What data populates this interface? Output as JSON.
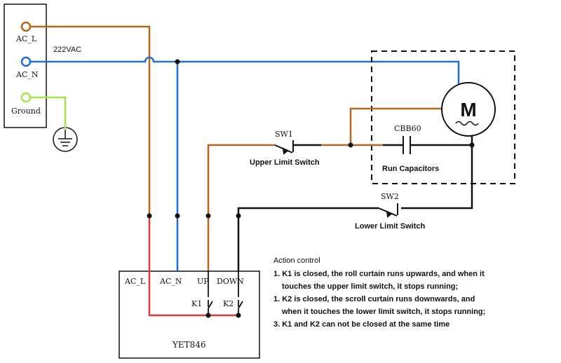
{
  "power_panel": {
    "ac_l": "AC_L",
    "ac_n": "AC_N",
    "ground": "Ground",
    "voltage": "222VAC"
  },
  "motor": {
    "symbol": "M"
  },
  "capacitor": {
    "part": "CBB60",
    "caption": "Run Capacitors"
  },
  "switch_upper": {
    "tag": "SW1",
    "caption": "Upper Limit Switch"
  },
  "switch_lower": {
    "tag": "SW2",
    "caption": "Lower Limit Switch"
  },
  "controller": {
    "name": "YET846",
    "terminal_ac_l": "AC_L",
    "terminal_ac_n": "AC_N",
    "terminal_up": "UP",
    "terminal_down": "DOWN",
    "relay_k1": "K1",
    "relay_k2": "K2"
  },
  "notes": {
    "heading": "Action control",
    "line1": "1. K1 is closed, the roll curtain runs upwards, and when it",
    "line1b": "touches the upper limit switch, it stops running;",
    "line2": "1. K2 is closed, the scroll curtain runs downwards, and",
    "line2b": "when it touches the lower limit switch, it stops running;",
    "line3": "3. K1 and K2 can not be closed at the same time"
  },
  "colors": {
    "live_wire": "#b5651d",
    "neutral_wire": "#1f6fd1",
    "ground_wire": "#a6e34a",
    "controller_red": "#e53935",
    "signal_black": "#111111"
  }
}
